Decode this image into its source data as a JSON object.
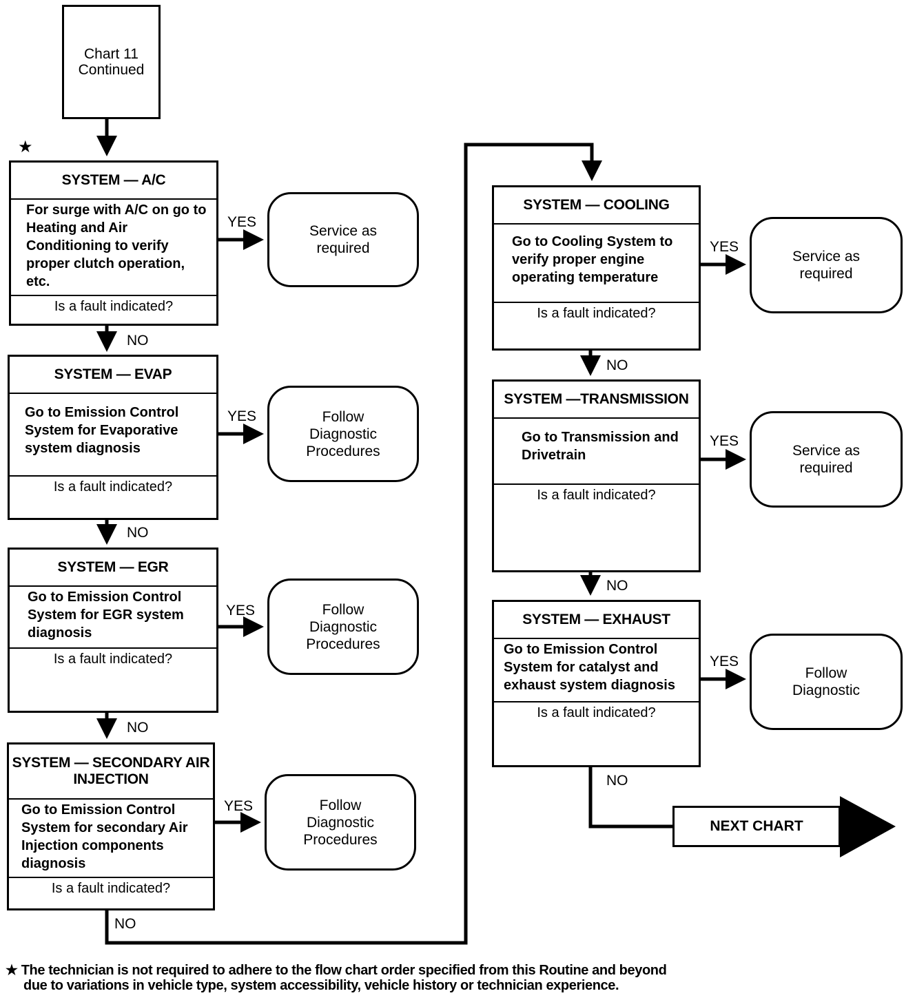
{
  "start": {
    "line1": "Chart 11",
    "line2": "Continued"
  },
  "star_symbol": "★",
  "steps": [
    {
      "title": "SYSTEM — A/C",
      "body": "For surge with A/C on go to Heating and Air Conditioning to verify proper clutch operation, etc.",
      "question": "Is a fault indicated?",
      "yes": "YES",
      "result": [
        "Service as",
        "required"
      ],
      "no": "NO"
    },
    {
      "title": "SYSTEM — EVAP",
      "body": "Go to Emission Control System for Evaporative system diagnosis",
      "question": "Is a fault indicated?",
      "yes": "YES",
      "result": [
        "Follow",
        "Diagnostic",
        "Procedures"
      ],
      "no": "NO"
    },
    {
      "title": "SYSTEM — EGR",
      "body": "Go to Emission Control System for EGR system diagnosis",
      "question": "Is a fault indicated?",
      "yes": "YES",
      "result": [
        "Follow",
        "Diagnostic",
        "Procedures"
      ],
      "no": "NO"
    },
    {
      "title": "SYSTEM — SECONDARY AIR INJECTION",
      "body": "Go to Emission Control System for secondary Air Injection components diagnosis",
      "question": "Is a fault indicated?",
      "yes": "YES",
      "result": [
        "Follow",
        "Diagnostic",
        "Procedures"
      ],
      "no": "NO"
    },
    {
      "title": "SYSTEM — COOLING",
      "body": "Go to Cooling System to verify proper engine operating temperature",
      "question": "Is a fault indicated?",
      "yes": "YES",
      "result": [
        "Service as",
        "required"
      ],
      "no": "NO"
    },
    {
      "title": "SYSTEM —TRANSMISSION",
      "body": "Go to Transmission and Drivetrain",
      "question": "Is a fault indicated?",
      "yes": "YES",
      "result": [
        "Service as",
        "required"
      ],
      "no": "NO"
    },
    {
      "title": "SYSTEM — EXHAUST",
      "body": "Go to Emission Control System for catalyst and exhaust system diagnosis",
      "question": "Is a fault indicated?",
      "yes": "YES",
      "result": [
        "Follow",
        "Diagnostic"
      ],
      "no": "NO"
    }
  ],
  "next_chart": "NEXT CHART",
  "footnote": {
    "line1": "The technician is not required to adhere to the flow chart order specified from this Routine and beyond",
    "line2": "due to variations in vehicle type, system accessibility, vehicle history or technician experience."
  }
}
